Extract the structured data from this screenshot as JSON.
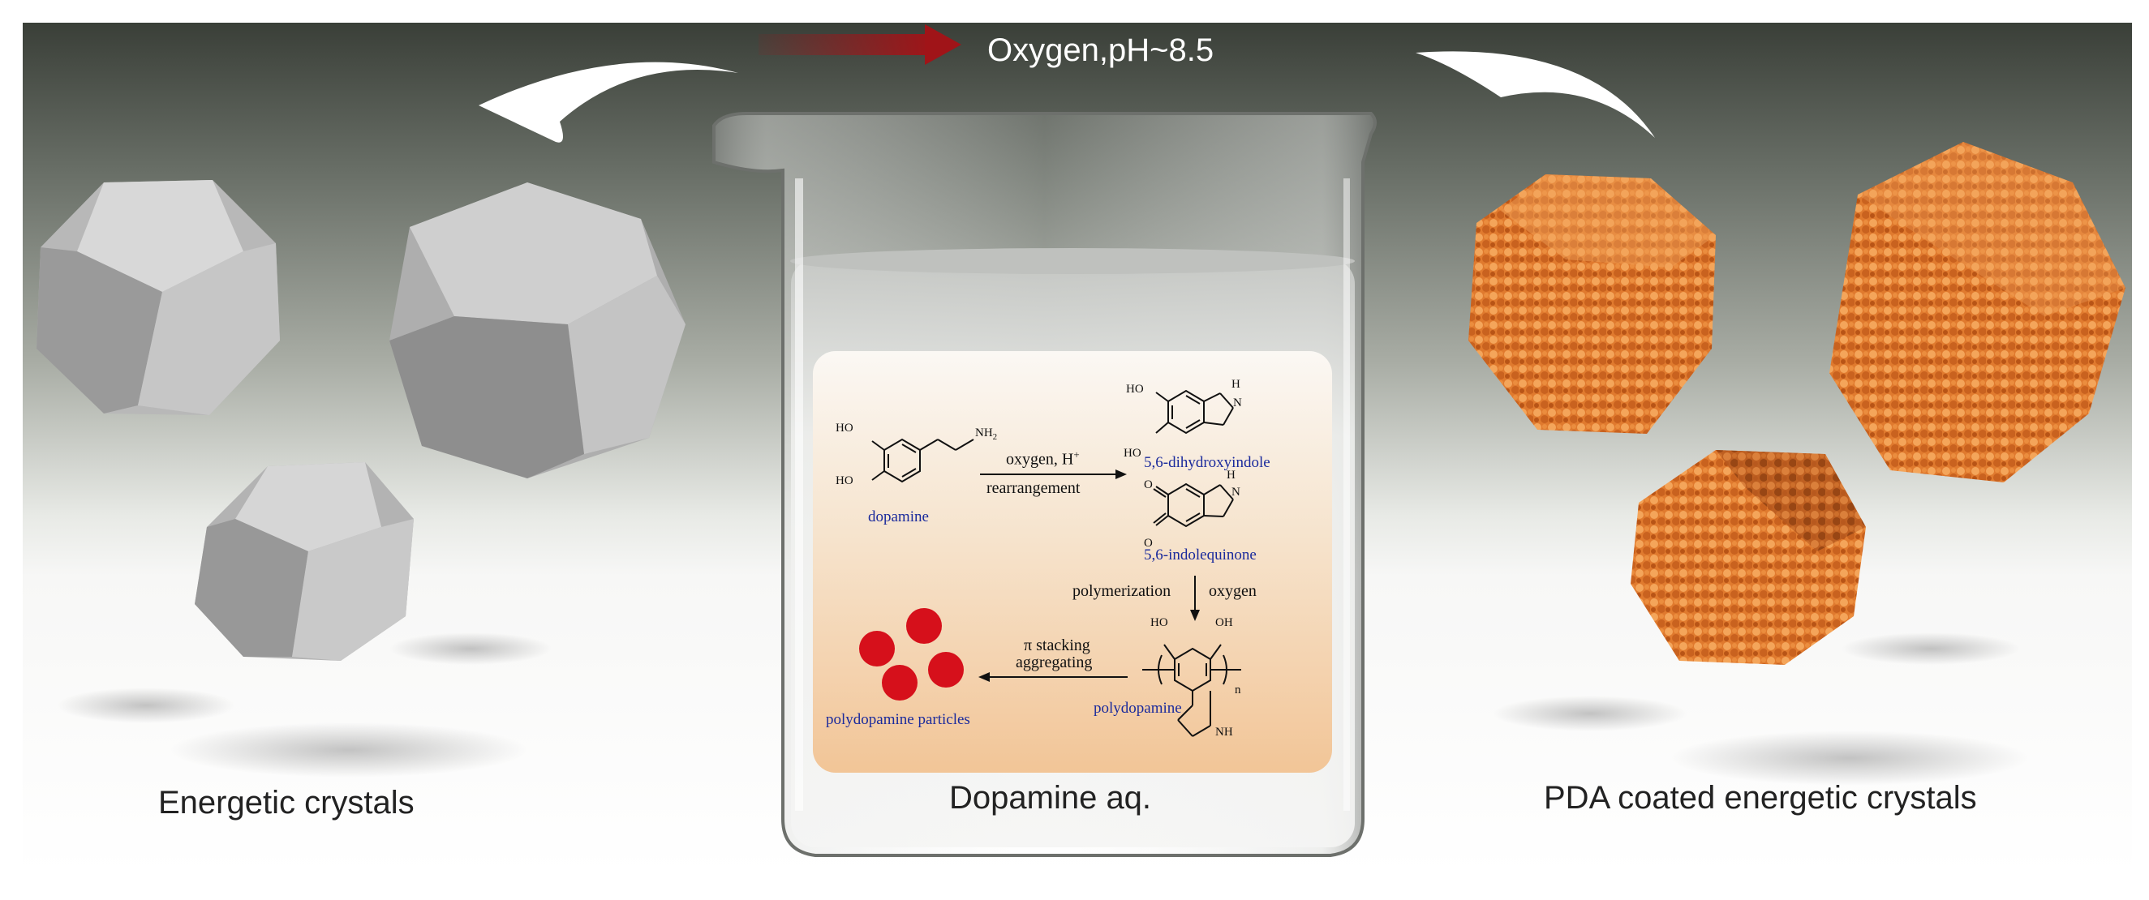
{
  "labels": {
    "left": "Energetic crystals",
    "center": "Dopamine aq.",
    "right": "PDA coated energetic crystals",
    "top": "Oxygen,pH~8.5"
  },
  "scheme": {
    "dopamine": "dopamine",
    "dihydroxyindole": "5,6-dihydroxyindole",
    "indolequinone": "5,6-indolequinone",
    "polydopamine": "polydopamine",
    "particles": "polydopamine particles",
    "step1_top": "oxygen, H",
    "step1_sup": "+",
    "step1_bottom": "rearrangement",
    "step2_left": "polymerization",
    "step2_right": "oxygen",
    "step3_top": "π stacking",
    "step3_bottom": "aggregating",
    "atoms": {
      "ho": "HO",
      "oh": "OH",
      "nh2": "NH",
      "nh2_sub": "2",
      "h": "H",
      "n": "N",
      "nh": "NH",
      "o": "O",
      "n_sub": "n"
    }
  },
  "colors": {
    "crystal_gray": "#c8c8c8",
    "coating_orange": "#e07a2e",
    "particle_red": "#d6101b",
    "scheme_blue": "#1a2a9c",
    "arrow_red": "#a01418"
  }
}
